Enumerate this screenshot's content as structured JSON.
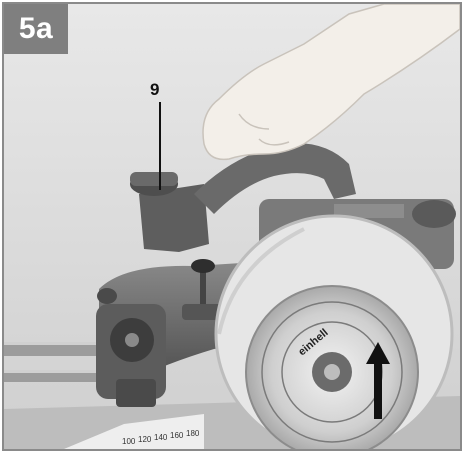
{
  "figure": {
    "label": "5a",
    "callout": "9",
    "brand_text": "einhell",
    "scale_numbers": [
      "100",
      "120",
      "140",
      "160",
      "180"
    ]
  },
  "colors": {
    "badge_bg": "#7f7f7f",
    "badge_text": "#ffffff",
    "arrow": "#111111",
    "saw_blade_guard": "#e6e6e6",
    "saw_body": "#6f6f6f",
    "hood": "#6a6a6a"
  },
  "icons": [
    "hand-image",
    "dust-extraction-hood-icon",
    "saw-blade-icon",
    "arrow-up-icon"
  ]
}
